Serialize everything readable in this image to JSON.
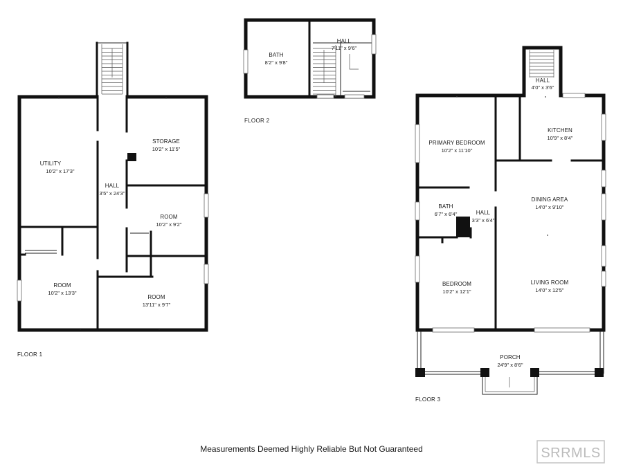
{
  "floors": [
    {
      "label": "FLOOR 1",
      "rooms": [
        {
          "name": "UTILITY",
          "dims": "10'2\" x 17'3\""
        },
        {
          "name": "STORAGE",
          "dims": "10'2\" x 11'5\""
        },
        {
          "name": "HALL",
          "dims": "3'5\" x 24'3\""
        },
        {
          "name": "ROOM",
          "dims": "10'2\" x 9'2\""
        },
        {
          "name": "ROOM",
          "dims": "10'2\" x 13'3\""
        },
        {
          "name": "ROOM",
          "dims": "13'11\" x 9'7\""
        }
      ]
    },
    {
      "label": "FLOOR 2",
      "rooms": [
        {
          "name": "BATH",
          "dims": "8'2\" x 9'8\""
        },
        {
          "name": "HALL",
          "dims": "7'11\" x 9'6\""
        }
      ]
    },
    {
      "label": "FLOOR 3",
      "rooms": [
        {
          "name": "HALL",
          "dims": "4'0\" x 3'6\""
        },
        {
          "name": "PRIMARY BEDROOM",
          "dims": "10'2\" x 11'10\""
        },
        {
          "name": "KITCHEN",
          "dims": "10'9\" x 8'4\""
        },
        {
          "name": "DINING AREA",
          "dims": "14'0\" x 9'10\""
        },
        {
          "name": "BATH",
          "dims": "6'7\" x 6'4\""
        },
        {
          "name": "HALL",
          "dims": "3'3\" x 6'4\""
        },
        {
          "name": "BEDROOM",
          "dims": "10'2\" x 12'1\""
        },
        {
          "name": "LIVING ROOM",
          "dims": "14'0\" x 12'5\""
        },
        {
          "name": "PORCH",
          "dims": "24'9\" x 8'6\""
        }
      ]
    }
  ],
  "disclaimer": "Measurements Deemed Highly Reliable But Not Guaranteed",
  "logo": "SRRMLS",
  "colors": {
    "wall": "#111111",
    "logo": "#bbbbbb",
    "background": "#ffffff"
  }
}
